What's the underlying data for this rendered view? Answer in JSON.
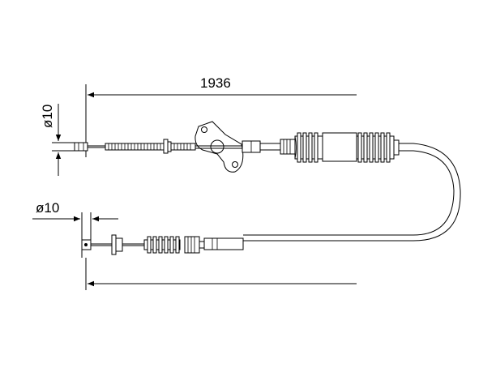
{
  "dimensions": {
    "length_label": "1936",
    "top_diameter_label": "ø10",
    "bottom_diameter_label": "ø10"
  },
  "colors": {
    "line": "#000000",
    "background": "#ffffff"
  }
}
